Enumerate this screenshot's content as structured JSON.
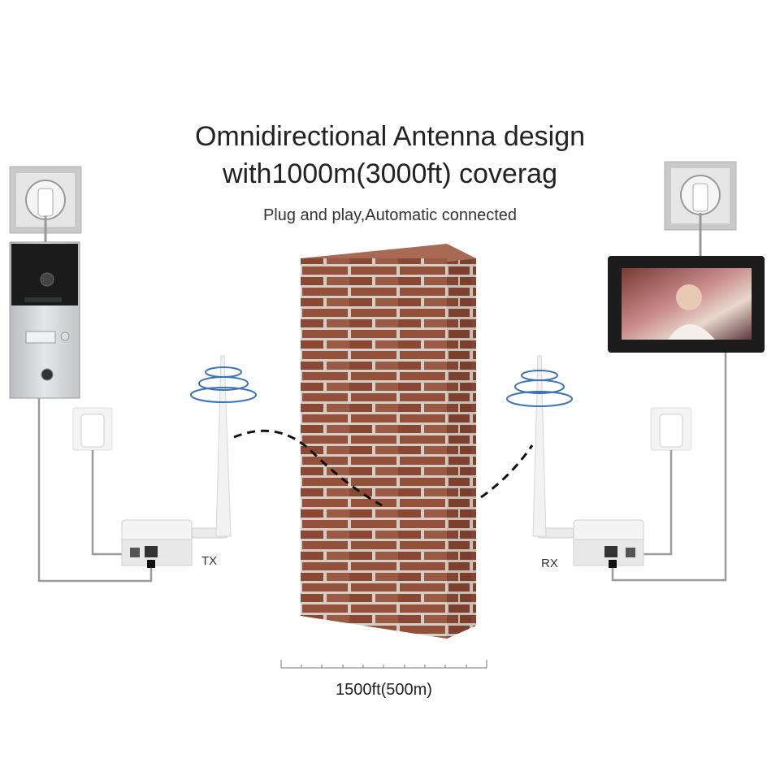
{
  "header": {
    "title_line1": "Omnidirectional Antenna design",
    "title_line2": "with1000m(3000ft) coverag",
    "subtitle": "Plug and play,Automatic connected"
  },
  "labels": {
    "tx": "TX",
    "rx": "RX",
    "distance": "1500ft(500m)"
  },
  "colors": {
    "brick": "#8f4f3a",
    "mortar": "#d8cfc6",
    "text": "#222222"
  }
}
